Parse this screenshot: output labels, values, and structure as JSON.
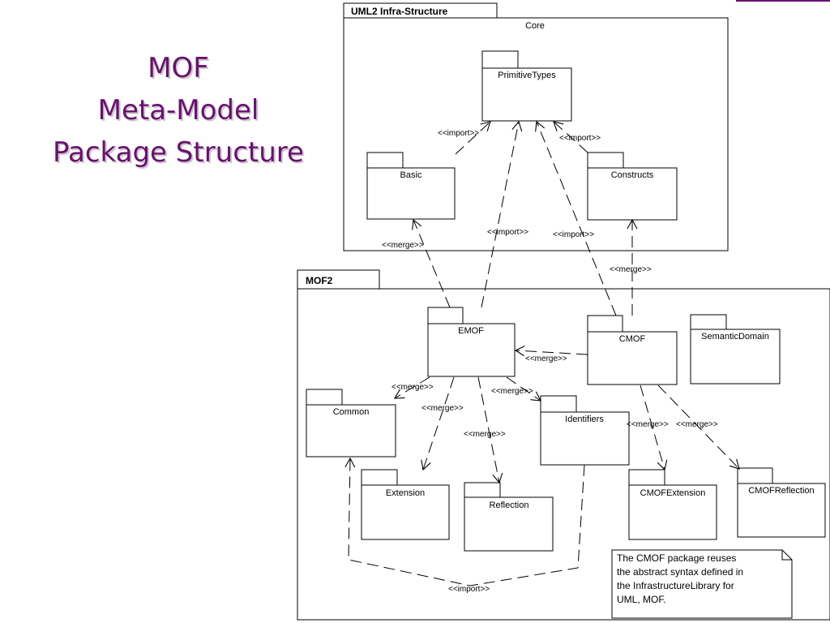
{
  "slide": {
    "title_lines": [
      "MOF",
      "Meta-Model",
      "Package Structure"
    ]
  },
  "diagram": {
    "frames": {
      "uml2_tab": "UML2 Infra-Structure",
      "core_label": "Core",
      "mof2_tab": "MOF2"
    },
    "packages": {
      "primitive_types": "PrimitiveTypes",
      "basic": "Basic",
      "constructs": "Constructs",
      "emof": "EMOF",
      "cmof": "CMOF",
      "semantic_domain": "SemanticDomain",
      "common": "Common",
      "identifiers": "Identifiers",
      "extension": "Extension",
      "reflection": "Reflection",
      "cmof_extension": "CMOFExtension",
      "cmof_reflection": "CMOFReflection"
    },
    "relations": {
      "basic_import_primitive": "<<import>>",
      "constructs_import_primitive": "<<import>>",
      "emof_import_primitive": "<<import>>",
      "cmof_import_primitive": "<<import>>",
      "emof_merge_basic": "<<merge>>",
      "cmof_merge_constructs": "<<merge>>",
      "cmof_merge_emof": "<<merge>>",
      "emof_merge_common": "<<merge>>",
      "emof_merge_extension": "<<merge>>",
      "emof_merge_reflection": "<<merge>>",
      "emof_merge_identifiers": "<<merge>>",
      "cmof_merge_cmofextension": "<<merge>>",
      "cmof_merge_cmofreflection": "<<merge>>",
      "identifiers_import_common": "<<import>>"
    },
    "note": {
      "lines": [
        "The CMOF package reuses",
        "the abstract syntax defined in",
        "the InfrastructureLibrary for",
        "UML, MOF."
      ]
    }
  },
  "colors": {
    "title": "#6b0f72",
    "title_shadow": "#c9c9c9",
    "lines": "#000000"
  }
}
